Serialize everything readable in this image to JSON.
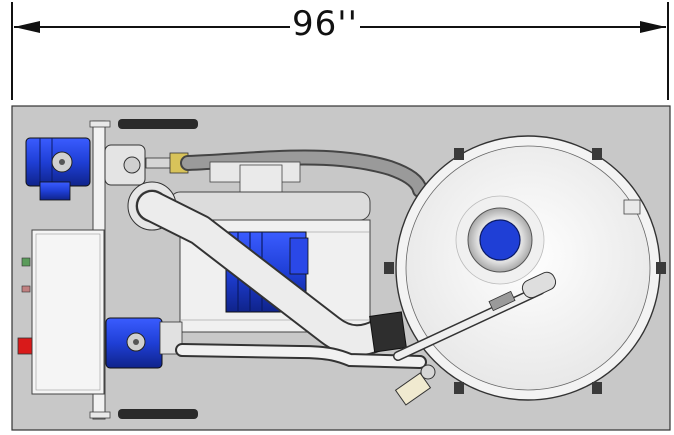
{
  "dimension": {
    "label": "96''"
  },
  "colors": {
    "frame_background": "#c8c8c8",
    "frame_border": "#333333",
    "motor_blue": "#1f3fd6",
    "pipe": "#e8e8e8",
    "hose": "#8c8c8c",
    "brass_fitting": "#d8c35a",
    "tank_fill": "#fafafa",
    "red_button": "#d91a1a"
  },
  "icons": {
    "dimension_arrow": "arrow-left-right",
    "tank_outlet": "blue-circle-port"
  }
}
